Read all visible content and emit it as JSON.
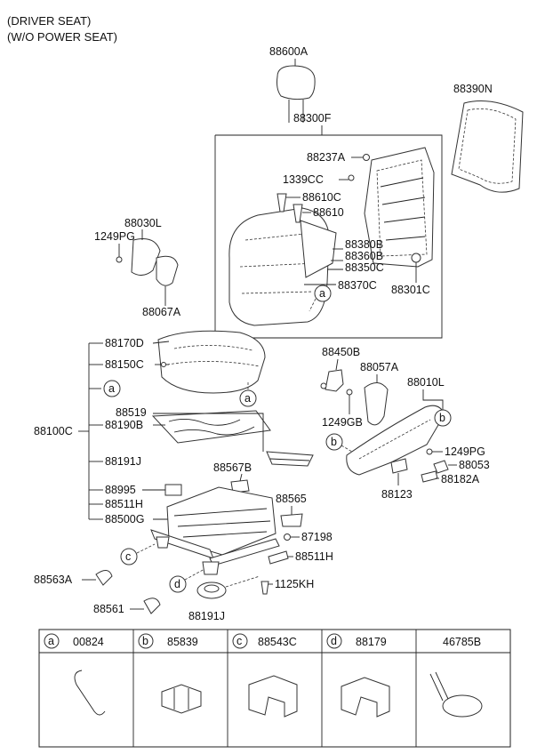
{
  "header": {
    "line1": "(DRIVER SEAT)",
    "line2": "(W/O POWER SEAT)"
  },
  "labels": {
    "p88600A": "88600A",
    "p88390N": "88390N",
    "p88300F": "88300F",
    "p88237A": "88237A",
    "p1339CC": "1339CC",
    "p88610C": "88610C",
    "p88610": "88610",
    "p88380B": "88380B",
    "p88360B": "88360B",
    "p88350C": "88350C",
    "p88370C": "88370C",
    "p88301C": "88301C",
    "p88030L": "88030L",
    "p1249PG_a": "1249PG",
    "p88067A": "88067A",
    "p88170D": "88170D",
    "p88150C": "88150C",
    "p88519": "88519",
    "p88100C": "88100C",
    "p88190B": "88190B",
    "p88191J_a": "88191J",
    "p88567B": "88567B",
    "p88995": "88995",
    "p88511H_a": "88511H",
    "p88500G": "88500G",
    "p88565": "88565",
    "p87198": "87198",
    "p88511H_b": "88511H",
    "p88563A": "88563A",
    "p1125KH": "1125KH",
    "p88561": "88561",
    "p88191J_b": "88191J",
    "p88450B": "88450B",
    "p88057A": "88057A",
    "p88010L": "88010L",
    "p1249GB": "1249GB",
    "p1249PG_b": "1249PG",
    "p88053": "88053",
    "p88182A": "88182A",
    "p88123": "88123"
  },
  "callouts": {
    "a": "a",
    "b": "b",
    "c": "c",
    "d": "d"
  },
  "legend": [
    {
      "letter": "a",
      "code": "00824"
    },
    {
      "letter": "b",
      "code": "85839"
    },
    {
      "letter": "c",
      "code": "88543C"
    },
    {
      "letter": "d",
      "code": "88179"
    },
    {
      "letter": "",
      "code": "46785B"
    }
  ]
}
